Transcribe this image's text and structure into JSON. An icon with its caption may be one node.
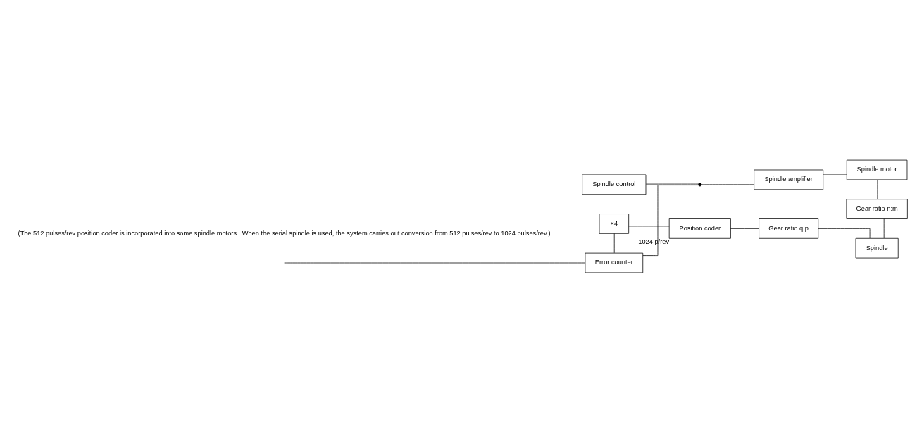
{
  "diagram": {
    "nodes": [
      {
        "text": [
          "Spindle control"
        ]
      },
      {
        "text": [
          "Error counter"
        ]
      },
      {
        "text": [],
        "shape": "switch"
      },
      {
        "text": [
          "Spindle amplifier"
        ]
      },
      {
        "text": [
          "Spindle motor"
        ]
      },
      {
        "text": [
          "Gear ratio n:m"
        ]
      },
      {
        "text": [
          "×4"
        ]
      },
      {
        "text": [
          "Position coder"
        ],
        "beside": [
          "1024 p/rev"
        ]
      },
      {
        "text": [
          "Gear ratio q:p"
        ]
      },
      {
        "text": [
          "Spindle"
        ]
      }
    ],
    "edges": [
      {
        "from": null,
        "to": 1,
        "arrow": "none"
      },
      {
        "from": 1,
        "to": 2,
        "arrow": "none"
      },
      {
        "from": 0,
        "to": 2,
        "arrow": "none"
      },
      {
        "from": 2,
        "to": 3,
        "arrow": "none"
      },
      {
        "from": 3,
        "to": 4,
        "arrow": "none"
      },
      {
        "from": 4,
        "to": 5,
        "arrow": "none"
      },
      {
        "from": 5,
        "to": 9,
        "arrow": "none"
      },
      {
        "from": 9,
        "to": 8,
        "arrow": "none"
      },
      {
        "from": 8,
        "to": 7,
        "arrow": "none"
      },
      {
        "from": 7,
        "to": 6,
        "arrow": "none"
      },
      {
        "from": 6,
        "to": 1,
        "arrow": "none"
      }
    ],
    "labels": [
      "(The 512 pulses/rev position coder is incorporated into some spindle motors.  When the serial spindle is used, the system carries out conversion from 512 pulses/rev to 1024 pulses/rev.)"
    ]
  }
}
